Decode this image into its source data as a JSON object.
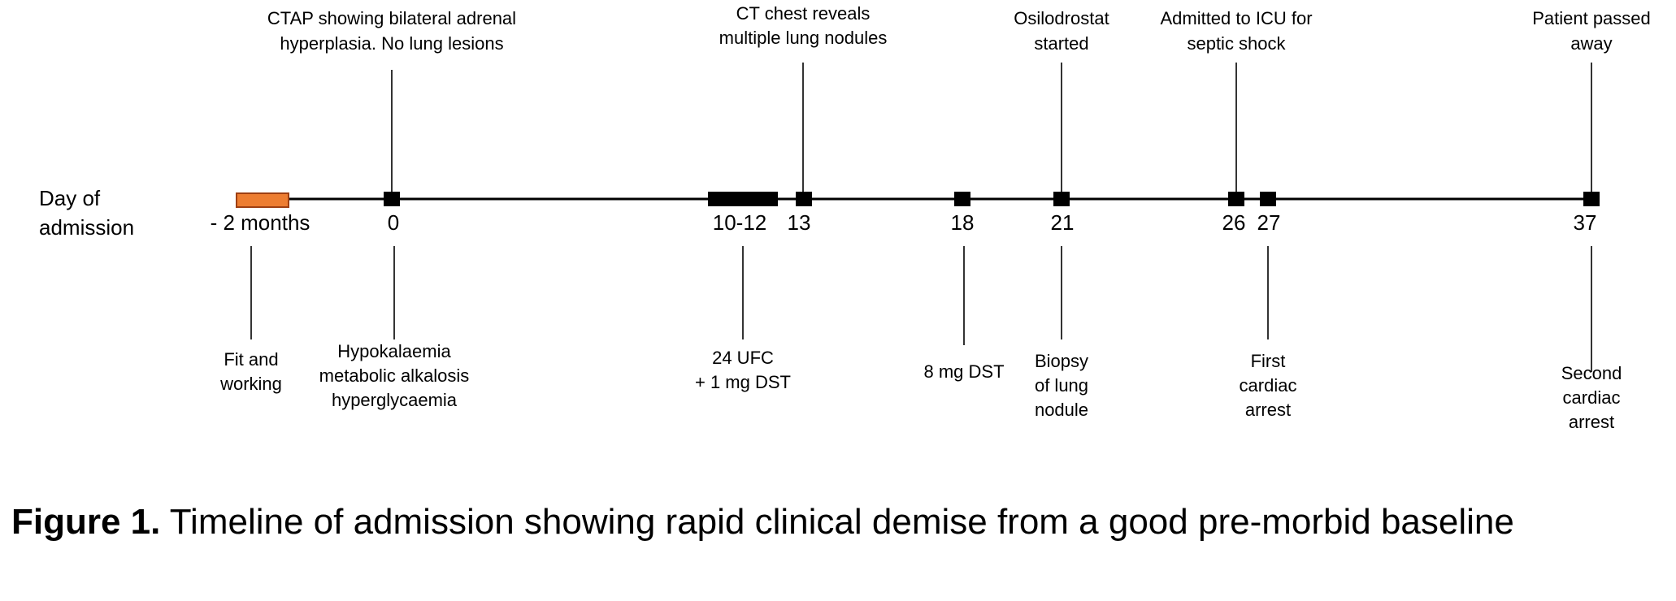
{
  "axis": {
    "label_line1": "Day of",
    "label_line2": "admission"
  },
  "colors": {
    "line": "#000000",
    "pre_admission_box": "#ED7D31",
    "pre_admission_box_border": "#9E3F12"
  },
  "events": [
    {
      "id": "pre",
      "tick": "- 2 months",
      "below": [
        "Fit and",
        "working"
      ],
      "above": []
    },
    {
      "id": "d0",
      "tick": "0",
      "above": [
        "CTAP showing bilateral adrenal",
        "hyperplasia. No lung lesions"
      ],
      "below": [
        "Hypokalaemia",
        "metabolic alkalosis",
        "hyperglycaemia"
      ]
    },
    {
      "id": "d10-12",
      "tick": "10-12",
      "above": [],
      "below": [
        "24 UFC",
        "+ 1 mg DST"
      ]
    },
    {
      "id": "d13",
      "tick": "13",
      "above": [
        "CT chest reveals",
        "multiple lung nodules"
      ],
      "below": []
    },
    {
      "id": "d18",
      "tick": "18",
      "above": [],
      "below": [
        "8 mg DST"
      ]
    },
    {
      "id": "d21",
      "tick": "21",
      "above": [
        "Osilodrostat",
        "started"
      ],
      "below": [
        "Biopsy",
        "of lung",
        "nodule"
      ]
    },
    {
      "id": "d26",
      "tick": "26",
      "above": [
        "Admitted to ICU for",
        "septic shock"
      ],
      "below": []
    },
    {
      "id": "d27",
      "tick": "27",
      "above": [],
      "below": [
        "First",
        "cardiac",
        "arrest"
      ]
    },
    {
      "id": "d37",
      "tick": "37",
      "above": [
        "Patient passed",
        "away"
      ],
      "below": [
        "Second",
        "cardiac",
        "arrest"
      ]
    }
  ],
  "caption": {
    "label": "Figure 1.",
    "text": " Timeline of admission showing rapid clinical demise from a good pre-morbid baseline"
  }
}
